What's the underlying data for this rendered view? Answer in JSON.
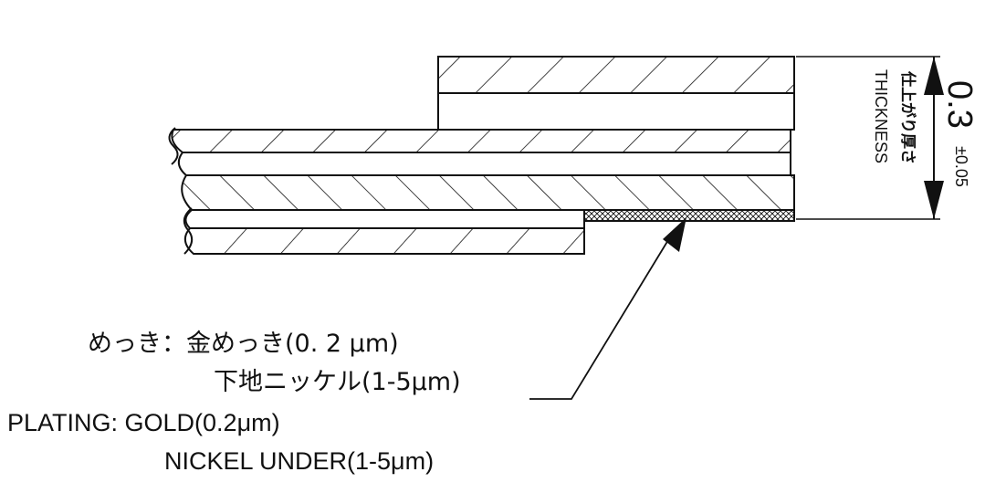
{
  "colors": {
    "stroke": "#111111",
    "background": "#ffffff"
  },
  "dimension": {
    "value": "0.3",
    "tolerance": "±0.05",
    "label_jp": "仕上がり厚さ",
    "label_en": "THICKNESS"
  },
  "plating_note": {
    "jp_line1": "めっき：金めっき(0. 2 μm)",
    "jp_line2": "下地ニッケル(1-5μm)",
    "en_line1": "PLATING: GOLD(0.2μm)",
    "en_line2": "NICKEL UNDER(1-5μm)"
  },
  "icons": {
    "leader_arrow": "arrow-head-icon",
    "dimension_arrows": "arrow-head-icon"
  }
}
